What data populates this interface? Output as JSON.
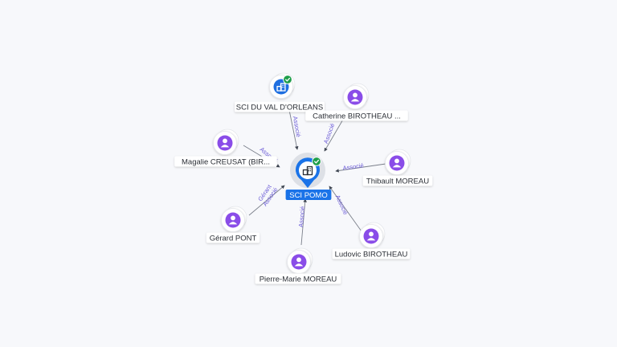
{
  "center": {
    "name": "SCI POMO",
    "type": "company",
    "verified": true
  },
  "nodes": [
    {
      "id": "n1",
      "name": "SCI DU VAL D'ORLEANS",
      "type": "company",
      "verified": true,
      "relation": "Associé"
    },
    {
      "id": "n2",
      "name": "Catherine BIROTHEAU ...",
      "type": "person",
      "verified": false,
      "relation": "Associé"
    },
    {
      "id": "n3",
      "name": "Magalie CREUSAT (BIR...",
      "type": "person",
      "verified": false,
      "relation": "Associé"
    },
    {
      "id": "n4",
      "name": "Thibault MOREAU",
      "type": "person",
      "verified": false,
      "relation": "Associé"
    },
    {
      "id": "n5",
      "name": "Gérard PONT",
      "type": "person",
      "verified": false,
      "relation": "Gérant\nAssocié"
    },
    {
      "id": "n6",
      "name": "Ludovic BIROTHEAU",
      "type": "person",
      "verified": false,
      "relation": "Associé"
    },
    {
      "id": "n7",
      "name": "Pierre-Marie MOREAU",
      "type": "person",
      "verified": false,
      "relation": "Associé"
    }
  ],
  "colors": {
    "person": "#8a4de8",
    "company": "#1f6fe0",
    "center": "#1a73e8",
    "verified": "#1e9e4a",
    "edge": "#7a7f8a",
    "edge_label": "#6a5ad6"
  },
  "icons": {
    "person": "person-icon",
    "company": "building-icon",
    "verified": "checkmark-icon"
  }
}
